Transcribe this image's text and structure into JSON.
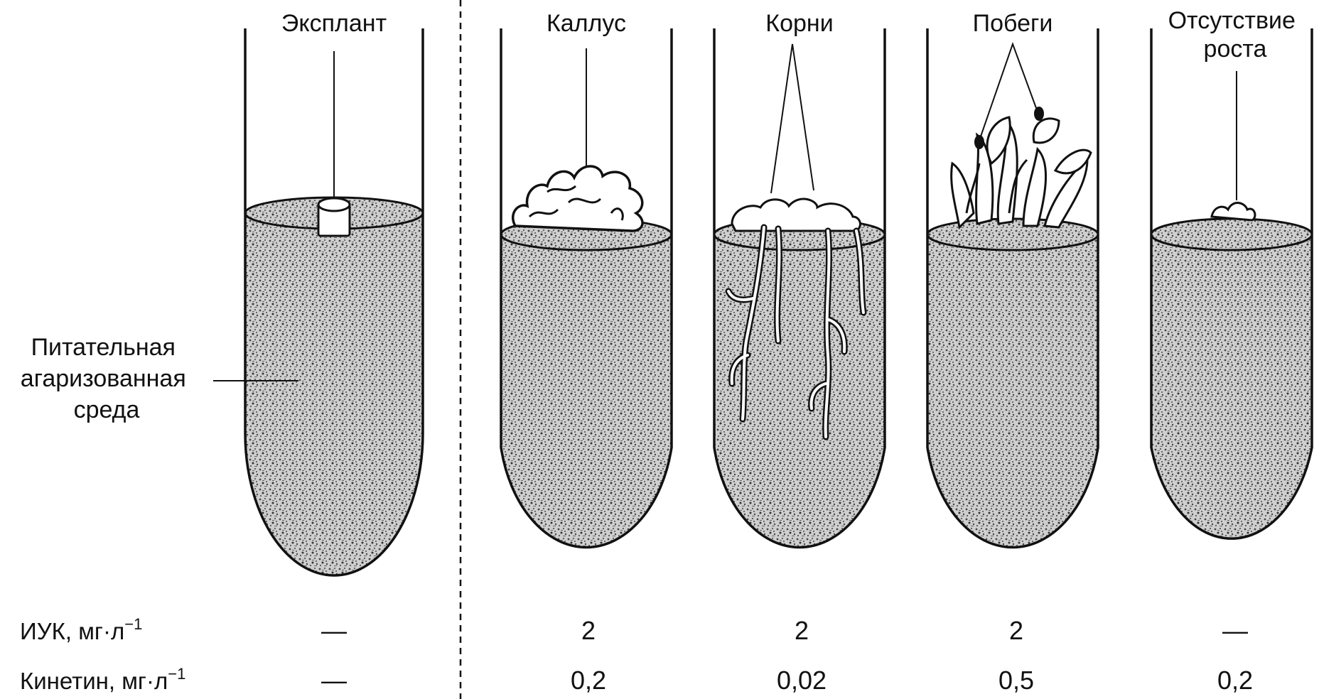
{
  "tubes": [
    {
      "id": "explant",
      "label_lines": [
        "Эксплант"
      ]
    },
    {
      "id": "callus",
      "label_lines": [
        "Каллус"
      ]
    },
    {
      "id": "roots",
      "label_lines": [
        "Корни"
      ]
    },
    {
      "id": "shoots",
      "label_lines": [
        "Побеги"
      ]
    },
    {
      "id": "no-growth",
      "label_lines": [
        "Отсутствие",
        "роста"
      ]
    }
  ],
  "medium_label_lines": [
    "Питательная",
    "агаризованная",
    "среда"
  ],
  "rows": [
    {
      "label": "ИУК, мг·л",
      "exp": "−1",
      "values": [
        "—",
        "2",
        "2",
        "2",
        "—"
      ]
    },
    {
      "label": "Кинетин, мг·л",
      "exp": "−1",
      "values": [
        "—",
        "0,2",
        "0,02",
        "0,5",
        "0,2"
      ]
    }
  ],
  "colors": {
    "ink": "#111111",
    "medium_fill": "#9a9a9a",
    "background": "#ffffff"
  }
}
